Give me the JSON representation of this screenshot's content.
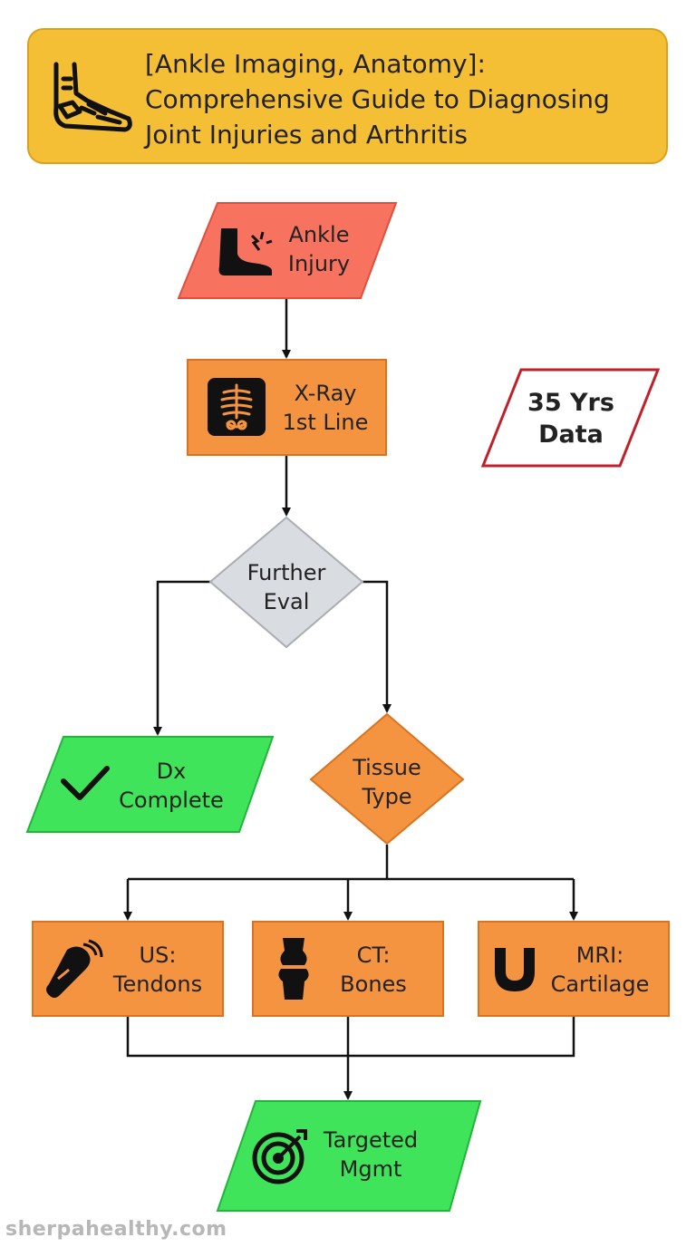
{
  "title": {
    "lines": [
      "[Ankle Imaging, Anatomy]:",
      "Comprehensive Guide to Diagnosing",
      "Joint Injuries and Arthritis"
    ],
    "icon": "foot-skeleton-icon"
  },
  "nodes": {
    "ankle_injury": {
      "lines": [
        "Ankle",
        "Injury"
      ],
      "icon": "injured-foot-icon",
      "color": "#f7735f"
    },
    "xray": {
      "lines": [
        "X-Ray",
        "1st Line"
      ],
      "icon": "xray-icon",
      "color": "#f59440"
    },
    "stat": {
      "lines": [
        "35 Yrs",
        "Data"
      ],
      "border_color": "#c0202a"
    },
    "further_eval": {
      "lines": [
        "Further",
        "Eval"
      ],
      "color": "#d9dce0"
    },
    "dx_complete": {
      "lines": [
        "Dx",
        "Complete"
      ],
      "icon": "checkmark-icon",
      "color": "#3fe45a"
    },
    "tissue_type": {
      "lines": [
        "Tissue",
        "Type"
      ],
      "color": "#f59440"
    },
    "us": {
      "lines": [
        "US:",
        "Tendons"
      ],
      "icon": "ultrasound-probe-icon",
      "color": "#f59440"
    },
    "ct": {
      "lines": [
        "CT:",
        "Bones"
      ],
      "icon": "knee-joint-icon",
      "color": "#f59440"
    },
    "mri": {
      "lines": [
        "MRI:",
        "Cartilage"
      ],
      "icon": "magnet-icon",
      "color": "#f59440"
    },
    "targeted": {
      "lines": [
        "Targeted",
        "Mgmt"
      ],
      "icon": "target-icon",
      "color": "#3fe45a"
    }
  },
  "footer": "sherpahealthy.com"
}
